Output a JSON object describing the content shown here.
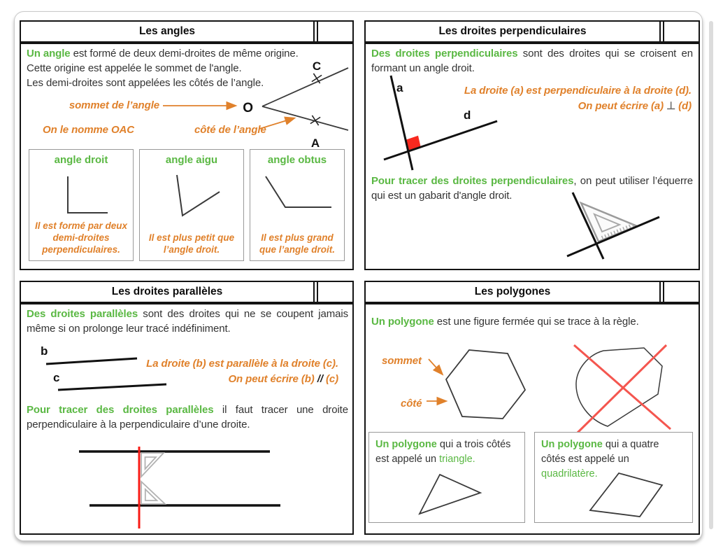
{
  "colors": {
    "green_term": "#5ab843",
    "orange_annotation": "#e0812b",
    "red_square": "#f8291f",
    "red_vertical_line": "#f81b15",
    "red_cross": "#f4564f"
  },
  "panels": {
    "angles": {
      "title": "Les angles",
      "intro": {
        "line1_term": "Un angle",
        "line1_rest": " est formé de deux demi-droites de même origine.",
        "line2": "Cette origine est appelée le sommet de l'angle.",
        "line3": "Les demi-droites sont appelées les côtés de l’angle."
      },
      "annotations": {
        "sommet": "sommet de l’angle",
        "name_note": "On le nomme OAC",
        "cote": "côté de l’angle"
      },
      "points": {
        "vertex": "O",
        "top": "C",
        "bottom": "A"
      },
      "cards": [
        {
          "title": "angle droit",
          "desc": "Il est formé par deux demi-droites perpendiculaires."
        },
        {
          "title": "angle aigu",
          "desc": "Il est plus petit que l’angle droit."
        },
        {
          "title": "angle obtus",
          "desc": "Il est plus grand que l’angle droit."
        }
      ]
    },
    "perpendiculaires": {
      "title": "Les droites perpendiculaires",
      "intro": {
        "term": "Des droites perpendiculaires",
        "rest": " sont des droites qui se croisent en formant un angle droit."
      },
      "labels": {
        "line_a": "a",
        "line_d": "d"
      },
      "note": {
        "line1": "La droite (a) est perpendiculaire à la droite (d).",
        "line2_pre": "On peut écrire (a) ",
        "line2_sym": "⊥",
        "line2_post": " (d)"
      },
      "tracer": {
        "term": "Pour tracer des droites perpendiculaires",
        "rest": ", on peut utiliser l’équerre qui est un gabarit d'angle droit."
      }
    },
    "paralleles": {
      "title": "Les droites parallèles",
      "intro": {
        "term": "Des droites parallèles",
        "rest": " sont des droites qui ne se coupent jamais même si on prolonge leur tracé indéfiniment."
      },
      "labels": {
        "line_b": "b",
        "line_c": "c"
      },
      "note": {
        "line1": "La droite (b) est parallèle à la droite (c).",
        "line2_pre": "On peut écrire (b) ",
        "line2_sym": "//",
        "line2_post": " (c)"
      },
      "tracer": {
        "term": "Pour tracer des droites parallèles",
        "rest": " il faut tracer une droite perpendiculaire à la perpendiculaire d’une droite."
      }
    },
    "polygones": {
      "title": "Les polygones",
      "intro": {
        "term": "Un polygone",
        "rest": " est une figure fermée qui se trace à la règle."
      },
      "labels": {
        "sommet": "sommet",
        "cote": "côté"
      },
      "cards": [
        {
          "term": "Un polygone",
          "mid": " qui a trois côtés est appelé un ",
          "word": "triangle."
        },
        {
          "term": "Un polygone",
          "mid": " qui a quatre côtés est appelé un ",
          "word": "quadrilatère."
        }
      ]
    }
  }
}
